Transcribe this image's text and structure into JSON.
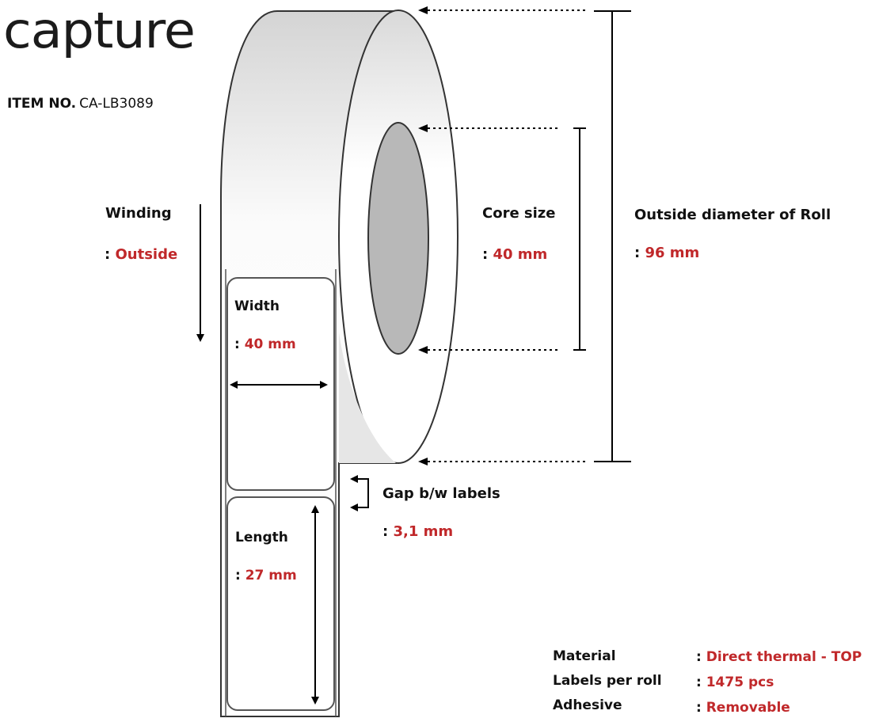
{
  "brand": {
    "logo_text": "capture"
  },
  "item": {
    "label": "ITEM NO.",
    "value": "CA-LB3089"
  },
  "winding": {
    "label": "Winding",
    "colon": ": ",
    "value": "Outside"
  },
  "core_size": {
    "label": "Core size",
    "colon": ": ",
    "value": "40 mm"
  },
  "outside_diameter": {
    "label": "Outside diameter of Roll",
    "colon": ": ",
    "value": "96 mm"
  },
  "width": {
    "label": "Width",
    "colon": ": ",
    "value": "40 mm"
  },
  "length": {
    "label": "Length",
    "colon": ": ",
    "value": "27 mm"
  },
  "gap": {
    "label": "Gap b/w labels",
    "colon": ": ",
    "value": "3,1 mm"
  },
  "specs": [
    {
      "label": "Material",
      "colon": ": ",
      "value": "Direct thermal - TOP"
    },
    {
      "label": "Labels per roll",
      "colon": ": ",
      "value": "1475 pcs"
    },
    {
      "label": "Adhesive",
      "colon": ": ",
      "value": "Removable"
    }
  ],
  "colors": {
    "accent_red": "#c0282a",
    "text": "#111111",
    "core_gray": "#b8b8b8",
    "outline": "#444444"
  }
}
